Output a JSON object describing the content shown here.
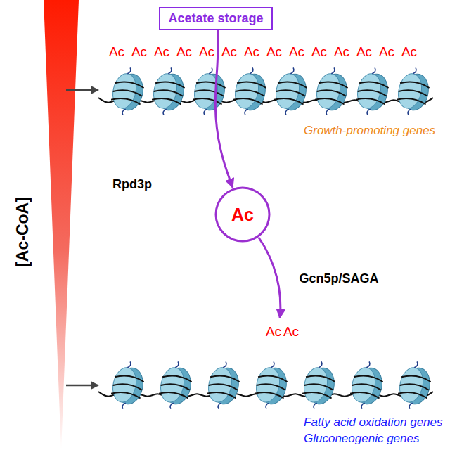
{
  "diagram": {
    "nodes": [
      {
        "text": [
          "Acetate storage"
        ]
      },
      {
        "text": [
          "Ac"
        ]
      }
    ],
    "edges": [
      {
        "from": 0,
        "to": 1,
        "arrow": "to"
      }
    ],
    "labels": [
      "[Ac-CoA]",
      "Ac",
      "Ac",
      "Ac",
      "Ac",
      "Ac",
      "Ac",
      "Ac",
      "Ac",
      "Ac",
      "Ac",
      "Ac",
      "Ac",
      "Ac",
      "Ac",
      "Growth-promoting genes",
      "Rpd3p",
      "Gcn5p/SAGA",
      "Ac",
      "Ac",
      "Fatty acid oxidation genes",
      "Gluconeogenic genes"
    ]
  }
}
